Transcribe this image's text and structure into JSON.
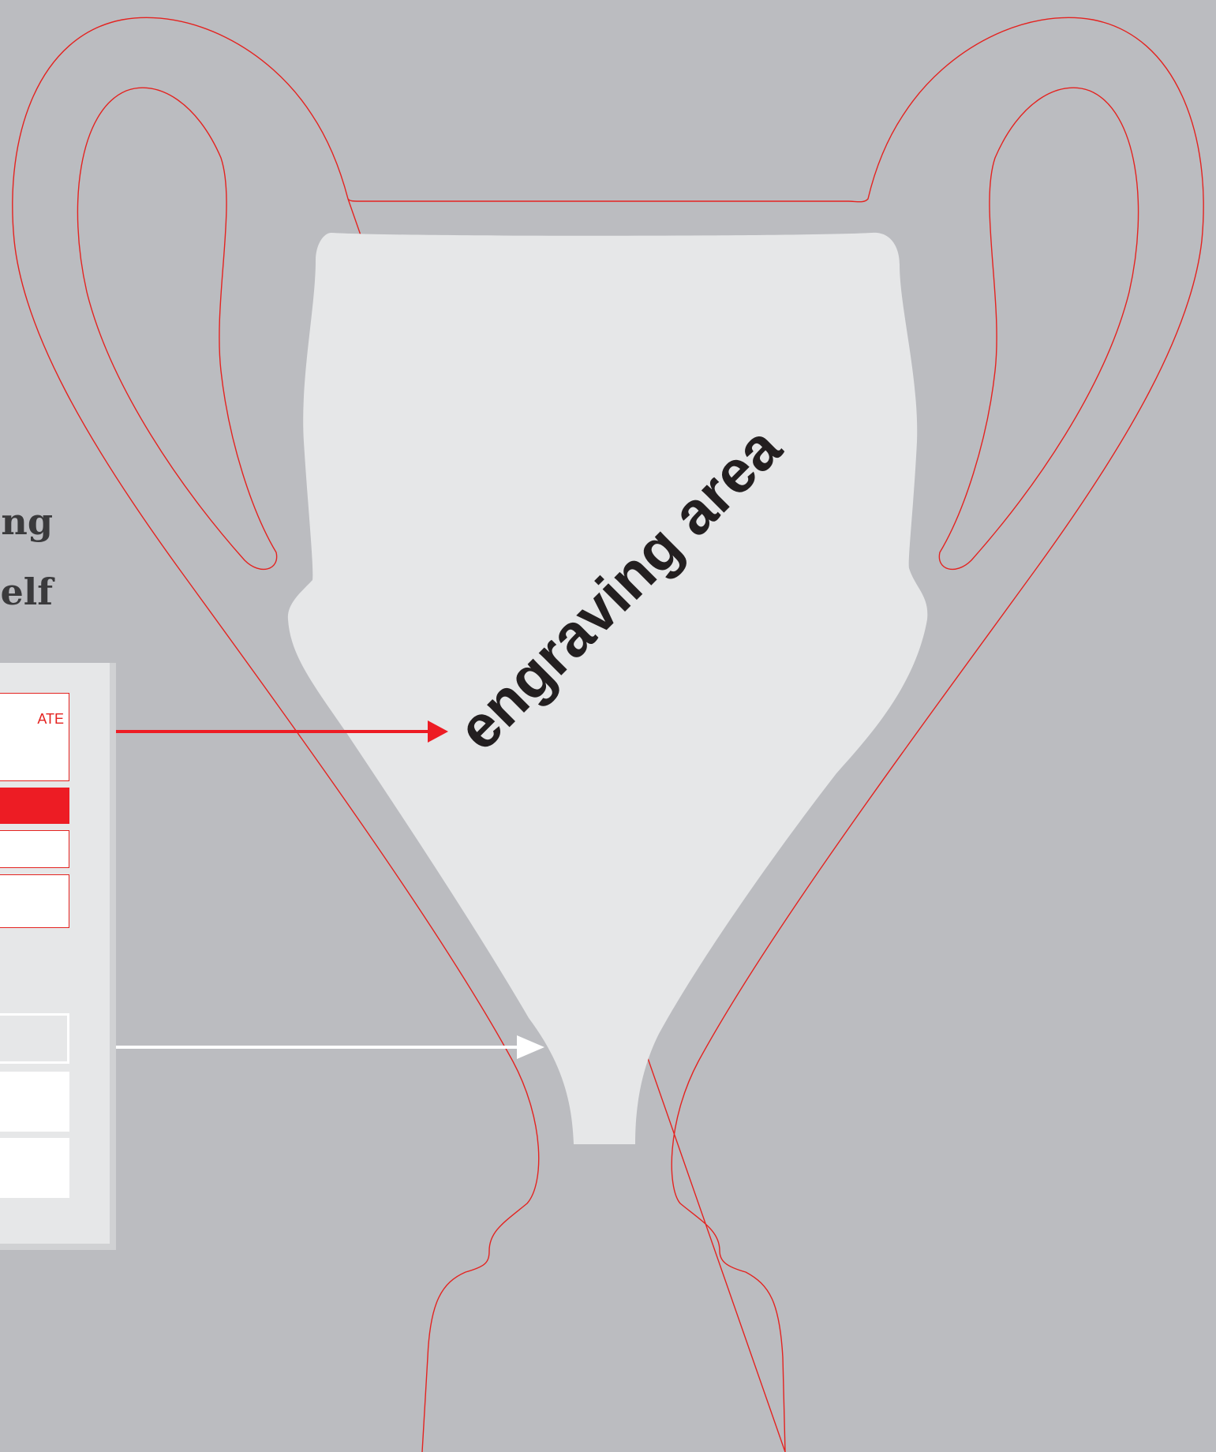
{
  "heading_line1": "ng",
  "heading_line2": "elf",
  "engraving_label": "engraving area",
  "panel_top_box_text": "ATE",
  "colors": {
    "background": "#bbbcc0",
    "engraving_area": "#e6e7e8",
    "accent_red": "#ed1c24",
    "outline_red": "#e42320",
    "arrow_white": "#ffffff"
  },
  "icons": [
    "red-arrow-icon",
    "white-arrow-icon"
  ]
}
